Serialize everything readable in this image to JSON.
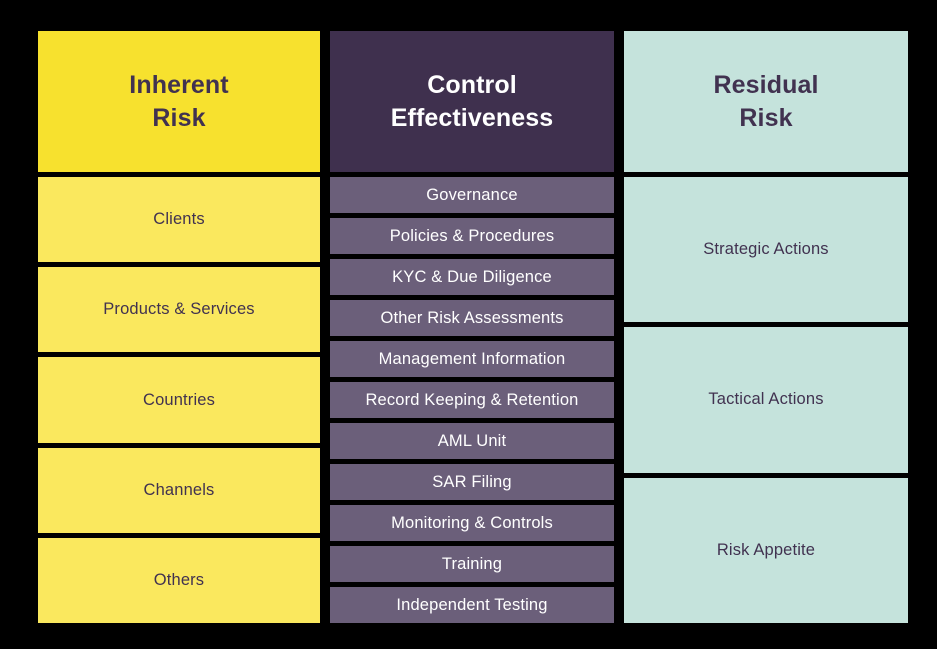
{
  "columns": [
    {
      "key": "inherent_risk",
      "header": "Inherent\nRisk",
      "header_line1": "Inherent",
      "header_line2": "Risk",
      "header_bg": "#F7E12E",
      "item_bg": "#FAE85E",
      "text_color": "#413250",
      "items": [
        "Clients",
        "Products & Services",
        "Countries",
        "Channels",
        "Others"
      ]
    },
    {
      "key": "control_effectiveness",
      "header": "Control\nEffectiveness",
      "header_line1": "Control",
      "header_line2": "Effectiveness",
      "header_bg": "#3F304E",
      "item_bg": "#6B5F7A",
      "text_color": "#FFFFFF",
      "items": [
        "Governance",
        "Policies & Procedures",
        "KYC & Due Diligence",
        "Other Risk Assessments",
        "Management Information",
        "Record Keeping & Retention",
        "AML Unit",
        "SAR Filing",
        "Monitoring & Controls",
        "Training",
        "Independent Testing"
      ]
    },
    {
      "key": "residual_risk",
      "header": "Residual\nRisk",
      "header_line1": "Residual",
      "header_line2": "Risk",
      "header_bg": "#C5E3DC",
      "item_bg": "#C5E3DC",
      "text_color": "#413250",
      "items": [
        "Strategic Actions",
        "Tactical Actions",
        "Risk Appetite"
      ]
    }
  ],
  "background_color": "#000000"
}
